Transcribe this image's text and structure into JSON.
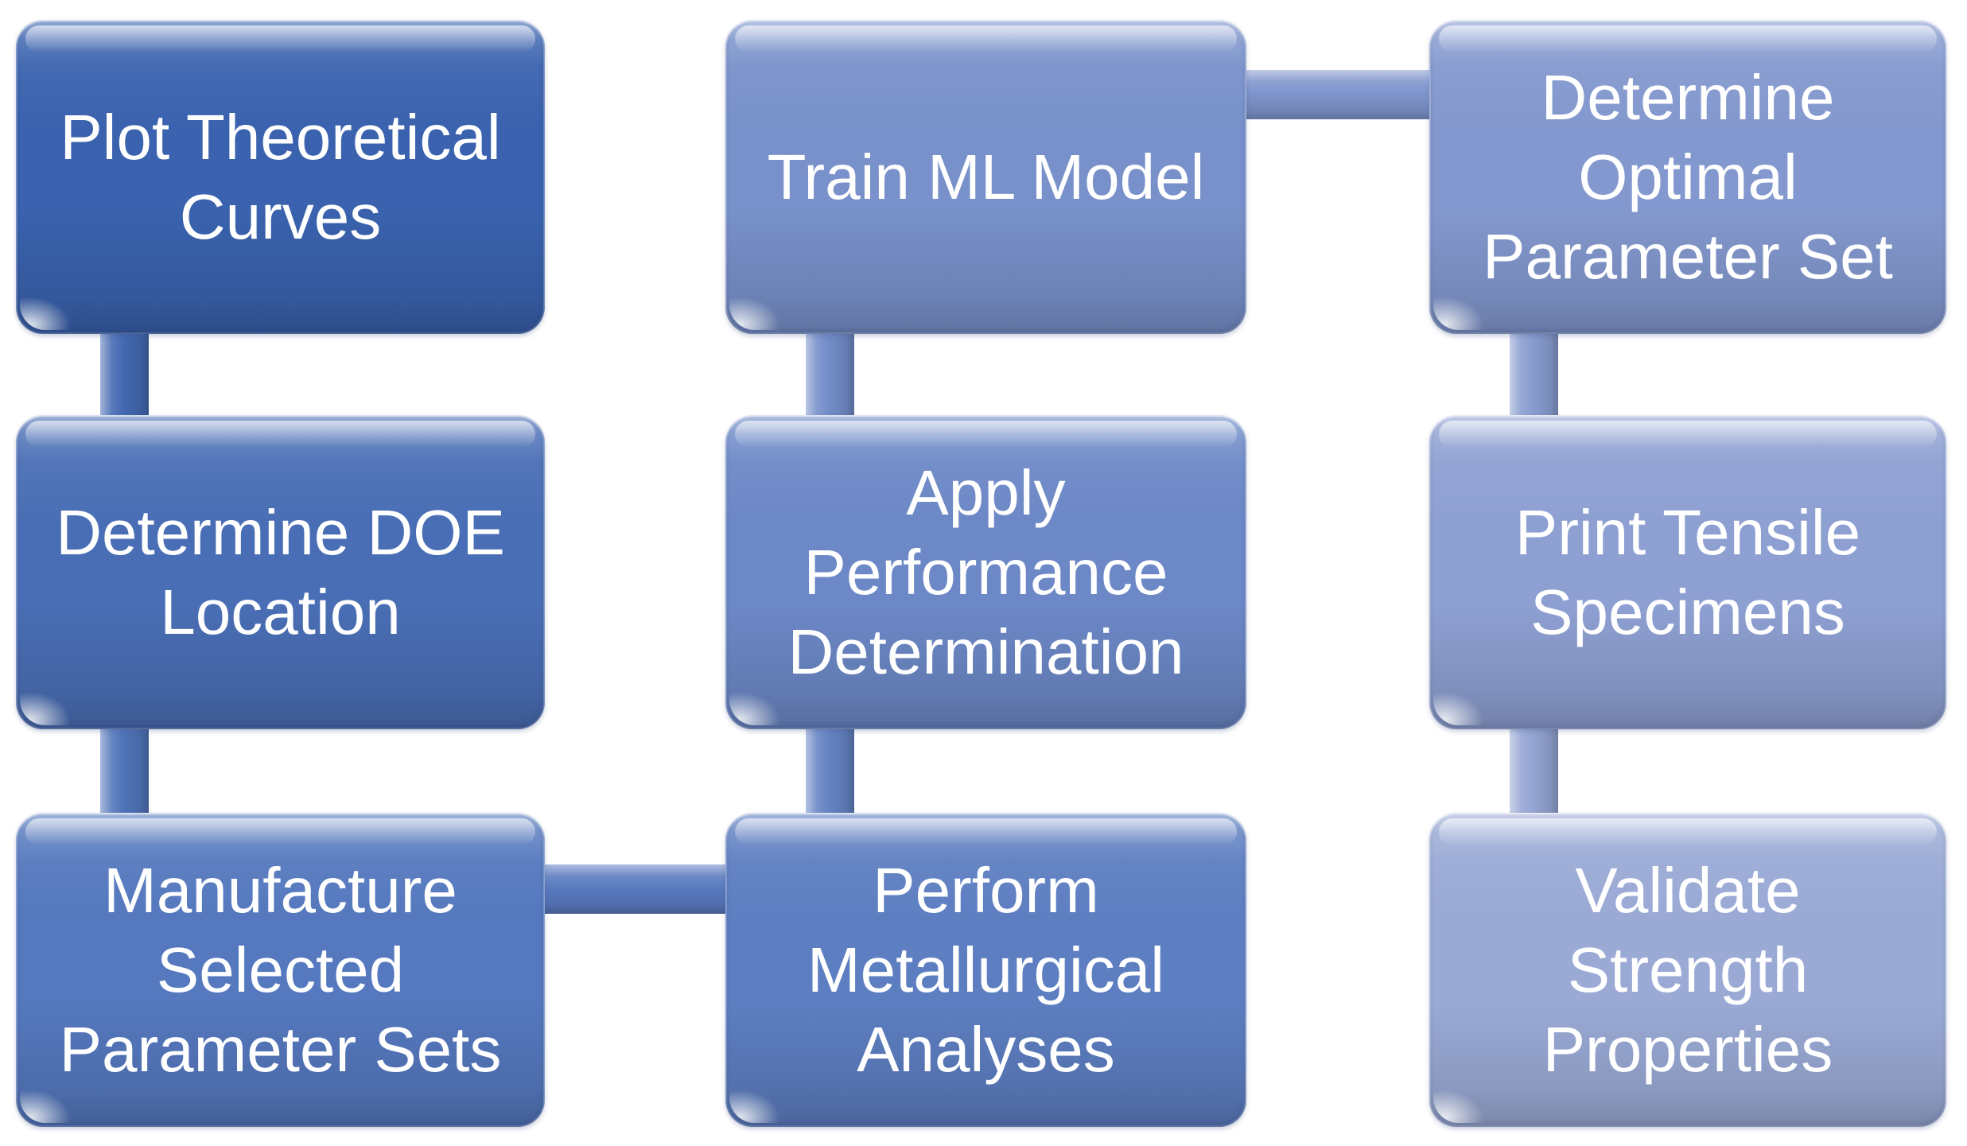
{
  "diagram": {
    "type": "process-flowchart",
    "background_color": "#ffffff",
    "text_color": "#ffffff",
    "nodes": [
      {
        "step": 1,
        "label": "Plot Theoretical\nCurves",
        "color": "#3a62ae",
        "grid": {
          "row": 1,
          "col": 1
        }
      },
      {
        "step": 2,
        "label": "Determine DOE\nLocation",
        "color": "#4a6eb5",
        "grid": {
          "row": 2,
          "col": 1
        }
      },
      {
        "step": 3,
        "label": "Manufacture\nSelected\nParameter Sets",
        "color": "#5578be",
        "grid": {
          "row": 3,
          "col": 1
        }
      },
      {
        "step": 4,
        "label": "Perform\nMetallurgical\nAnalyses",
        "color": "#5d7ec1",
        "grid": {
          "row": 3,
          "col": 2
        }
      },
      {
        "step": 5,
        "label": "Apply\nPerformance\nDetermination",
        "color": "#6c88c6",
        "grid": {
          "row": 2,
          "col": 2
        }
      },
      {
        "step": 6,
        "label": "Train ML Model",
        "color": "#7891ca",
        "grid": {
          "row": 1,
          "col": 2
        }
      },
      {
        "step": 7,
        "label": "Determine\nOptimal\nParameter Set",
        "color": "#8398ce",
        "grid": {
          "row": 1,
          "col": 3
        }
      },
      {
        "step": 8,
        "label": "Print Tensile\nSpecimens",
        "color": "#8ea0d2",
        "grid": {
          "row": 2,
          "col": 3
        }
      },
      {
        "step": 9,
        "label": "Validate\nStrength\nProperties",
        "color": "#9aaad5",
        "grid": {
          "row": 3,
          "col": 3
        }
      }
    ],
    "connectors": [
      {
        "from_step": 1,
        "to_step": 2,
        "orientation": "vertical",
        "color": "#4369b2"
      },
      {
        "from_step": 2,
        "to_step": 3,
        "orientation": "vertical",
        "color": "#5074ba"
      },
      {
        "from_step": 3,
        "to_step": 4,
        "orientation": "horizontal",
        "color": "#597abf"
      },
      {
        "from_step": 4,
        "to_step": 5,
        "orientation": "vertical",
        "color": "#6483c4"
      },
      {
        "from_step": 5,
        "to_step": 6,
        "orientation": "vertical",
        "color": "#728cc8"
      },
      {
        "from_step": 6,
        "to_step": 7,
        "orientation": "horizontal",
        "color": "#7e94cc"
      },
      {
        "from_step": 7,
        "to_step": 8,
        "orientation": "vertical",
        "color": "#889cd0"
      },
      {
        "from_step": 8,
        "to_step": 9,
        "orientation": "vertical",
        "color": "#94a5d3"
      }
    ]
  }
}
